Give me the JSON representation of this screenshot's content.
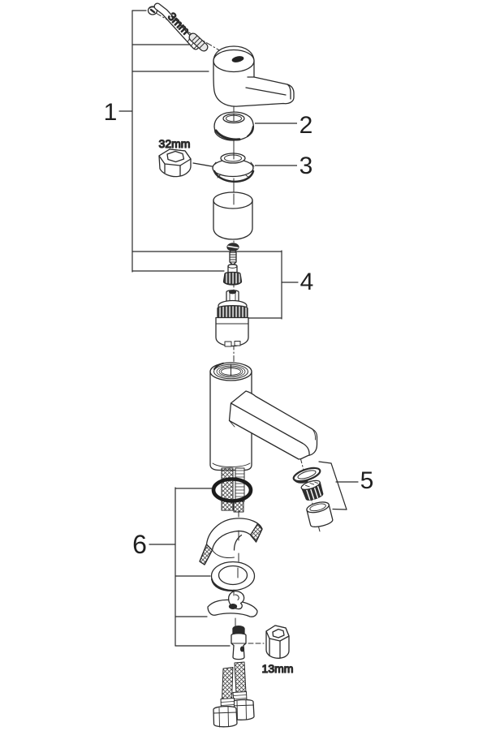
{
  "diagram": {
    "callouts": [
      {
        "label": "1"
      },
      {
        "label": "2"
      },
      {
        "label": "3"
      },
      {
        "label": "4"
      },
      {
        "label": "5"
      },
      {
        "label": "6"
      }
    ],
    "tool_sizes": {
      "allen_key": "3mm",
      "cartridge_nut_tool": "32mm",
      "mounting_socket": "13mm"
    },
    "colors": {
      "background": "#ffffff",
      "line": "#2b2b2b",
      "text": "#1f1f1f",
      "dark_fill": "#2f2f2f"
    }
  }
}
